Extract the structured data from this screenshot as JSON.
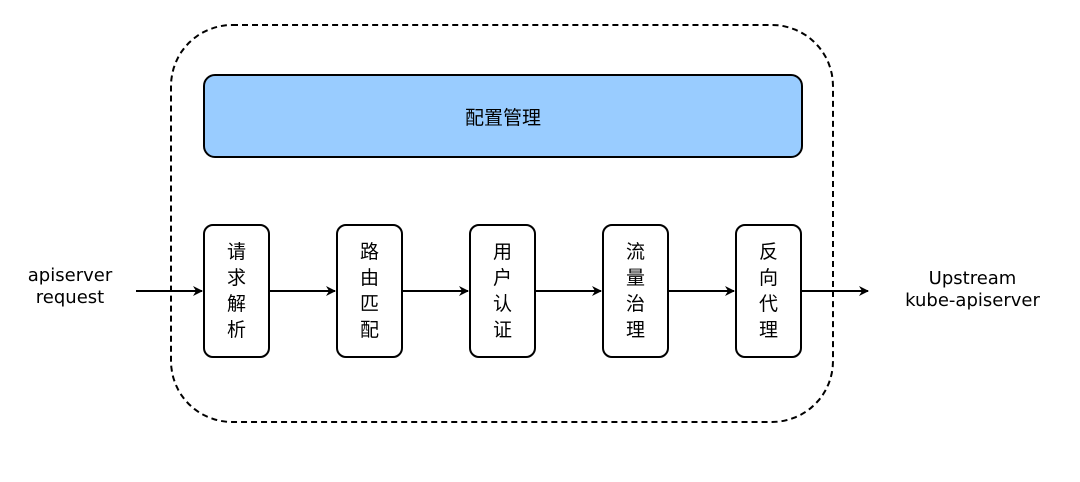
{
  "config_label": "配置管理",
  "input_label": "apiserver\nrequest",
  "output_label": "Upstream\nkube-apiserver",
  "stages": [
    {
      "label": "请求解析"
    },
    {
      "label": "路由匹配"
    },
    {
      "label": "用户认证"
    },
    {
      "label": "流量治理"
    },
    {
      "label": "反向代理"
    }
  ],
  "colors": {
    "config_fill": "#99ccff",
    "stroke": "#000000",
    "background": "#ffffff"
  },
  "icons": [
    "arrow-icon"
  ]
}
